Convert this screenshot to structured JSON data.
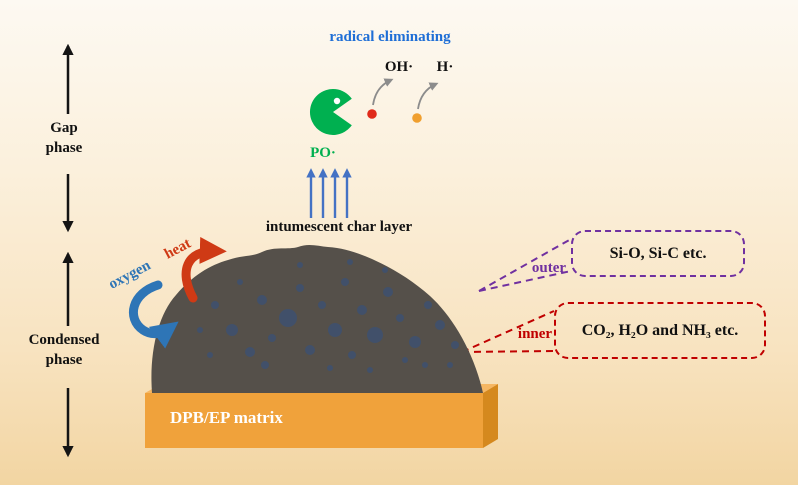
{
  "colors": {
    "radical_blue": "#1e6ed6",
    "po_green": "#00b050",
    "outer_purple": "#7030a0",
    "inner_red": "#c00000",
    "heat_red": "#cf3a15",
    "oxygen_blue": "#2e75b6",
    "char_gray": "#55504a",
    "bubble_slate": "#41506a",
    "matrix_orange": "#f0a23b"
  },
  "phases": {
    "gap": "Gap\nphase",
    "condensed": "Condensed\nphase"
  },
  "gas_phase": {
    "title": "radical eliminating",
    "oh_radical": "OH·",
    "h_radical": "H·",
    "po_radical": "PO·",
    "char_layer": "intumescent char layer"
  },
  "condensed_phase": {
    "heat": "heat",
    "oxygen": "oxygen",
    "matrix": "DPB/EP matrix"
  },
  "callouts": {
    "outer_label": "outer",
    "outer_text": "Si-O, Si-C etc.",
    "inner_label": "inner",
    "inner_text": "CO₂, H₂O and NH₃ etc."
  }
}
